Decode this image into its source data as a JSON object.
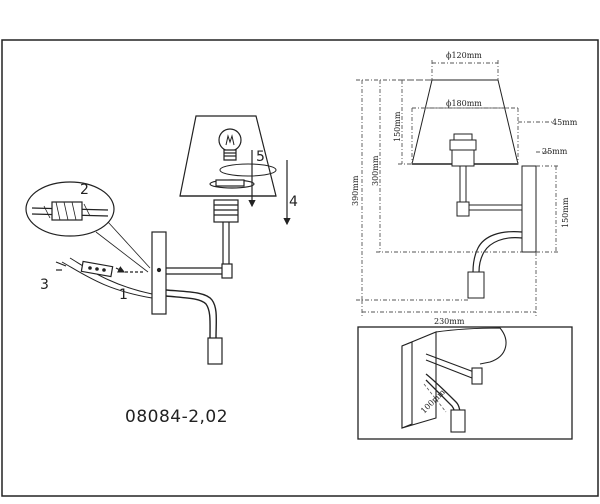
{
  "model_number": "08084-2,02",
  "steps": [
    "1",
    "2",
    "3",
    "4",
    "5"
  ],
  "dimensions": {
    "top_diameter": "ϕ120mm",
    "bottom_diameter": "ϕ180mm",
    "shade_height": "150mm",
    "total_height": "300mm",
    "overall_height": "390mm",
    "width": "230mm",
    "plate_height": "150mm",
    "projection": "45mm",
    "plate_thickness": "25mm",
    "reading_arm": "100mm"
  },
  "colors": {
    "line": "#222222",
    "dash": "#555555"
  }
}
